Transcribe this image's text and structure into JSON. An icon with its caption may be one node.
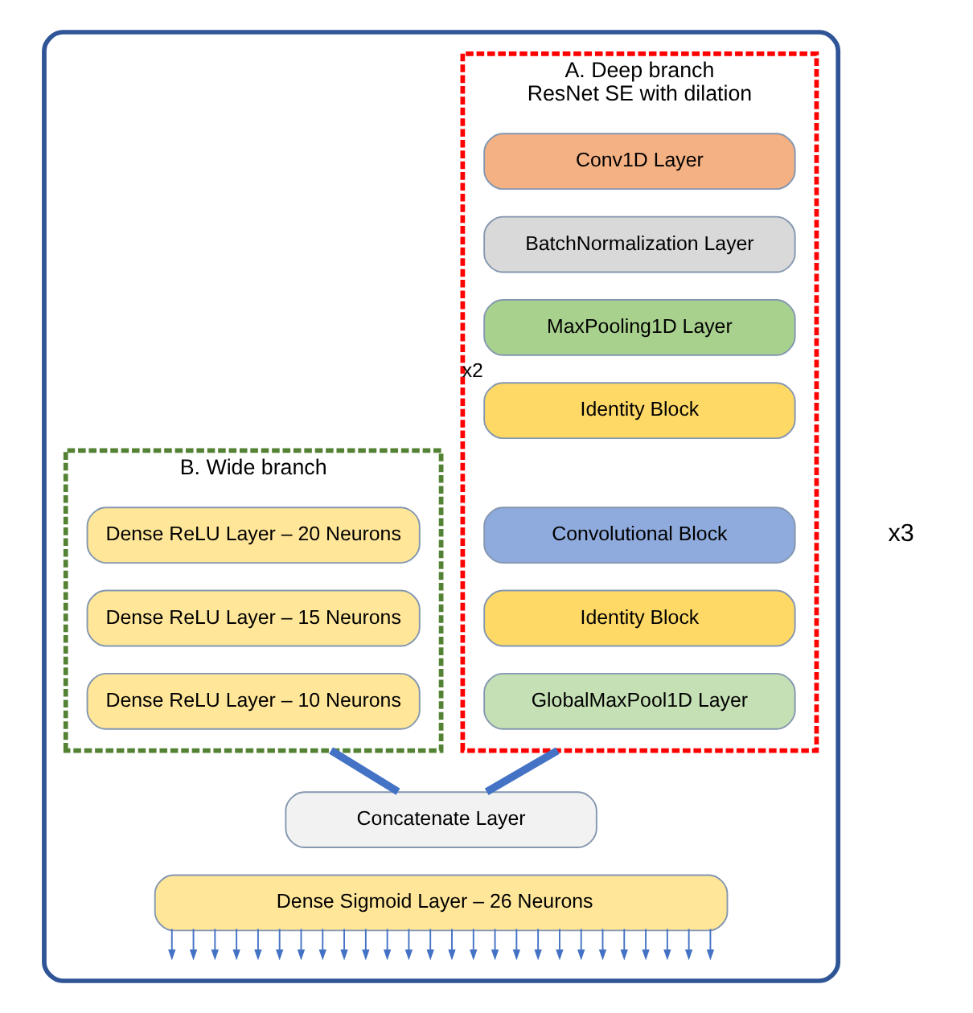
{
  "diagram": {
    "nodes": [
      {
        "text": [],
        "shape": "box"
      },
      {
        "text": [
          "A. Deep branch",
          "ResNet SE with dilation"
        ],
        "in": 0
      },
      {
        "text": [
          "Conv1D Layer"
        ],
        "in": 1
      },
      {
        "text": [
          "BatchNormalization Layer"
        ],
        "in": 1
      },
      {
        "text": [
          "MaxPooling1D Layer"
        ],
        "in": 1
      },
      {
        "text": [
          "Identity Block"
        ],
        "in": 1,
        "beside": [
          "x2"
        ]
      },
      {
        "text": [
          "Convolutional Block"
        ],
        "in": 1
      },
      {
        "text": [
          "Identity Block"
        ],
        "in": 1
      },
      {
        "text": [
          "GlobalMaxPool1D Layer"
        ],
        "in": 1
      },
      {
        "text": [
          "B. Wide branch"
        ],
        "in": 0
      },
      {
        "text": [
          "Dense ReLU Layer – 20 Neurons"
        ],
        "in": 9
      },
      {
        "text": [
          "Dense ReLU Layer – 15 Neurons"
        ],
        "in": 9
      },
      {
        "text": [
          "Dense ReLU Layer – 10 Neurons"
        ],
        "in": 9
      },
      {
        "text": [
          "Concatenate Layer"
        ],
        "in": 0
      },
      {
        "text": [
          "Dense Sigmoid Layer – 26 Neurons"
        ],
        "in": 0
      }
    ],
    "edges": [
      {
        "from": 1,
        "to": 13,
        "arrow": "none",
        "style": "thick"
      },
      {
        "from": 9,
        "to": 13,
        "arrow": "none",
        "style": "thick"
      },
      {
        "from": 14,
        "to": null,
        "arrow": "to"
      },
      {
        "from": 14,
        "to": null,
        "arrow": "to"
      },
      {
        "from": 14,
        "to": null,
        "arrow": "to"
      },
      {
        "from": 14,
        "to": null,
        "arrow": "to"
      },
      {
        "from": 14,
        "to": null,
        "arrow": "to"
      },
      {
        "from": 14,
        "to": null,
        "arrow": "to"
      },
      {
        "from": 14,
        "to": null,
        "arrow": "to"
      },
      {
        "from": 14,
        "to": null,
        "arrow": "to"
      },
      {
        "from": 14,
        "to": null,
        "arrow": "to"
      },
      {
        "from": 14,
        "to": null,
        "arrow": "to"
      },
      {
        "from": 14,
        "to": null,
        "arrow": "to"
      },
      {
        "from": 14,
        "to": null,
        "arrow": "to"
      },
      {
        "from": 14,
        "to": null,
        "arrow": "to"
      },
      {
        "from": 14,
        "to": null,
        "arrow": "to"
      },
      {
        "from": 14,
        "to": null,
        "arrow": "to"
      },
      {
        "from": 14,
        "to": null,
        "arrow": "to"
      },
      {
        "from": 14,
        "to": null,
        "arrow": "to"
      },
      {
        "from": 14,
        "to": null,
        "arrow": "to"
      },
      {
        "from": 14,
        "to": null,
        "arrow": "to"
      },
      {
        "from": 14,
        "to": null,
        "arrow": "to"
      },
      {
        "from": 14,
        "to": null,
        "arrow": "to"
      },
      {
        "from": 14,
        "to": null,
        "arrow": "to"
      },
      {
        "from": 14,
        "to": null,
        "arrow": "to"
      },
      {
        "from": 14,
        "to": null,
        "arrow": "to"
      },
      {
        "from": 14,
        "to": null,
        "arrow": "to"
      },
      {
        "from": 14,
        "to": null,
        "arrow": "to"
      }
    ],
    "labels": [
      "x3"
    ]
  }
}
